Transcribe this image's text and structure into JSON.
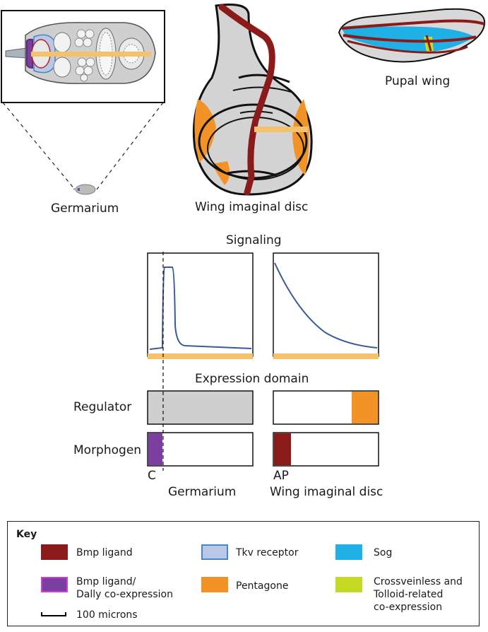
{
  "labels": {
    "germarium_top": "Germarium",
    "wing_disc_top": "Wing imaginal disc",
    "pupal_wing": "Pupal wing",
    "signaling": "Signaling",
    "expression_domain": "Expression domain",
    "regulator": "Regulator",
    "morphogen": "Morphogen",
    "axis_c": "C",
    "axis_ap": "AP",
    "germarium_bottom": "Germarium",
    "wing_disc_bottom": "Wing imaginal disc"
  },
  "key": {
    "title": "Key",
    "items": [
      {
        "label": "Bmp ligand",
        "color": "#8b1a1a"
      },
      {
        "label": "Tkv receptor",
        "color": "#b8c8e6"
      },
      {
        "label": "Sog",
        "color": "#1fb0e6"
      },
      {
        "label": "Bmp ligand/\nDally co-expression",
        "color": "#7b3fa0"
      },
      {
        "label": "Pentagone",
        "color": "#f39325"
      },
      {
        "label": "Crossveinless and\nTolloid-related\nco-expression",
        "color": "#c6d924"
      },
      {
        "label": "100 microns",
        "color": "#000000"
      }
    ]
  },
  "colors": {
    "bmp": "#8b1a1a",
    "tkv": "#b8c8e6",
    "tkv_border": "#4a86c5",
    "sog": "#1fb0e6",
    "dally": "#7b3fa0",
    "pentagone": "#f39325",
    "crossveinless": "#c6d924",
    "axis_bar": "#f4c26b",
    "tissue_gray": "#cfcfcf",
    "curve": "#3a5a9a"
  }
}
